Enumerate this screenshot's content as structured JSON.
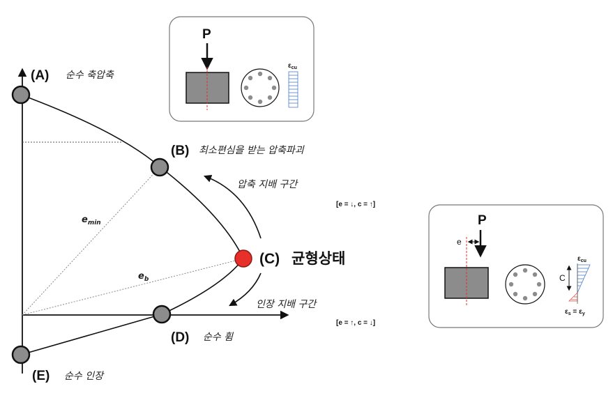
{
  "points": {
    "A": {
      "id": "(A)",
      "desc": "순수 축압축"
    },
    "B": {
      "id": "(B)",
      "desc": "최소편심을 받는 압축파괴"
    },
    "C": {
      "id": "(C)",
      "desc": "균형상태"
    },
    "D": {
      "id": "(D)",
      "desc": "순수 휨"
    },
    "E": {
      "id": "(E)",
      "desc": "순수 인장"
    }
  },
  "regions": {
    "compression": {
      "label": "압축 지배 구간",
      "condition": "[e = ↓, c = ↑]"
    },
    "tension": {
      "label": "인장 지배 구간",
      "condition": "[e = ↑, c = ↓]"
    }
  },
  "eccentricity": {
    "e_min_base": "e",
    "e_min_sub": "min",
    "e_b_base": "e",
    "e_b_sub": "b"
  },
  "inset_top": {
    "load": "P",
    "strain_base": "ε",
    "strain_sub": "cu"
  },
  "inset_bottom": {
    "load": "P",
    "ecc": "e",
    "depth": "C",
    "strain_cu_base": "ε",
    "strain_cu_sub": "cu",
    "strain_s_base": "ε",
    "strain_s_sub": "s",
    "equals": " = ",
    "strain_y_base": "ε",
    "strain_y_sub": "y"
  },
  "colors": {
    "node_fill": "#8c8c8c",
    "balanced_fill": "#e8302a",
    "compression_strain": "#4a7bc8",
    "tension_strain": "#d9534f",
    "centroid_line": "#e03030"
  }
}
